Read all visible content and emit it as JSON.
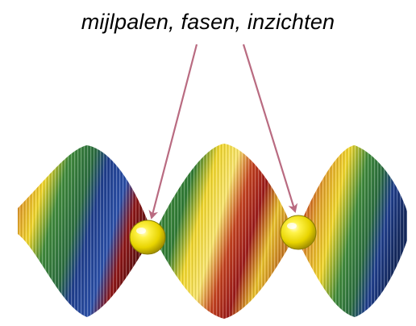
{
  "caption": "mijlpalen, fasen, inzichten",
  "colors": {
    "arrow": "#b96b81",
    "bead": "#f2e600",
    "bead_edge": "#8a7d00",
    "stripes": [
      "#c4421f",
      "#f0d52a",
      "#3f8a3a",
      "#1e3d8c",
      "#8f1616"
    ]
  },
  "icons": {
    "bead": "yellow-sphere",
    "wave": "striped-rope-wave"
  }
}
